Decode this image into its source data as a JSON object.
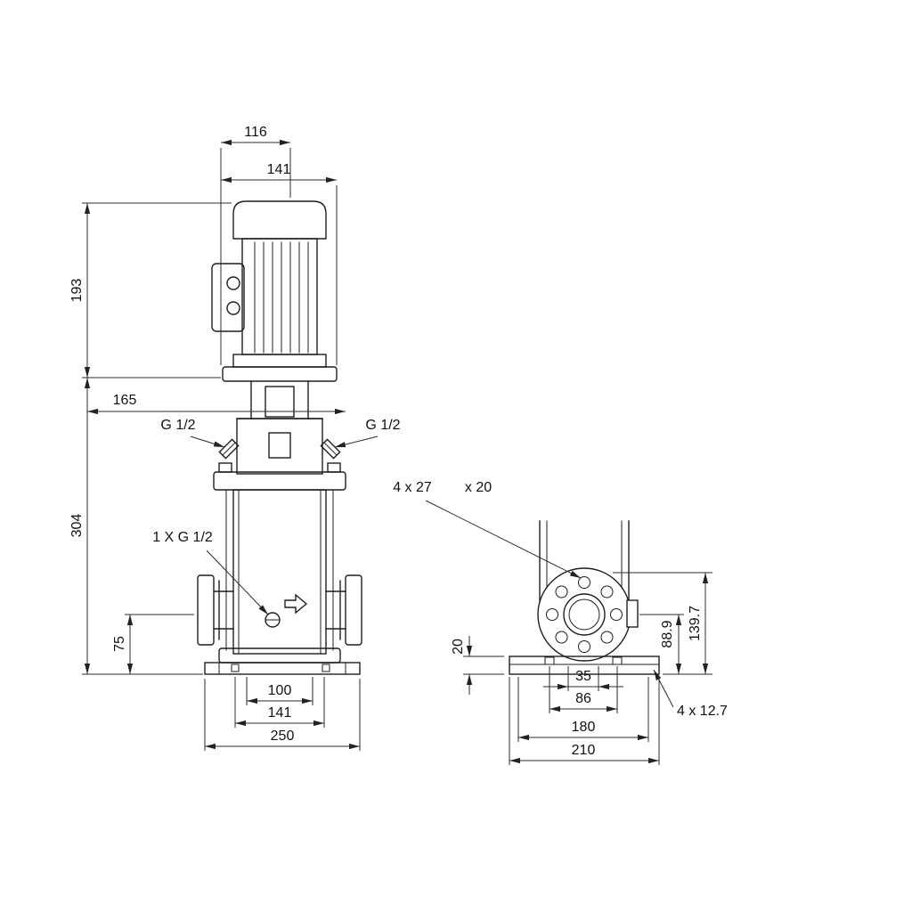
{
  "front_view": {
    "dim_116": "116",
    "dim_141_top": "141",
    "dim_193": "193",
    "dim_165": "165",
    "port_left_label": "G 1/2",
    "port_right_label": "G 1/2",
    "dim_304": "304",
    "drain_label": "1 X G 1/2",
    "dim_75": "75",
    "dim_100": "100",
    "dim_141_bottom": "141",
    "dim_250": "250"
  },
  "side_view": {
    "slot_label_part1": "4 x 27",
    "slot_label_part2": "x 20",
    "dim_20": "20",
    "dim_88_9": "88.9",
    "dim_139_7": "139.7",
    "dim_35": "35",
    "dim_86": "86",
    "dim_180": "180",
    "dim_210": "210",
    "hole_label": "4  x 12.7"
  }
}
